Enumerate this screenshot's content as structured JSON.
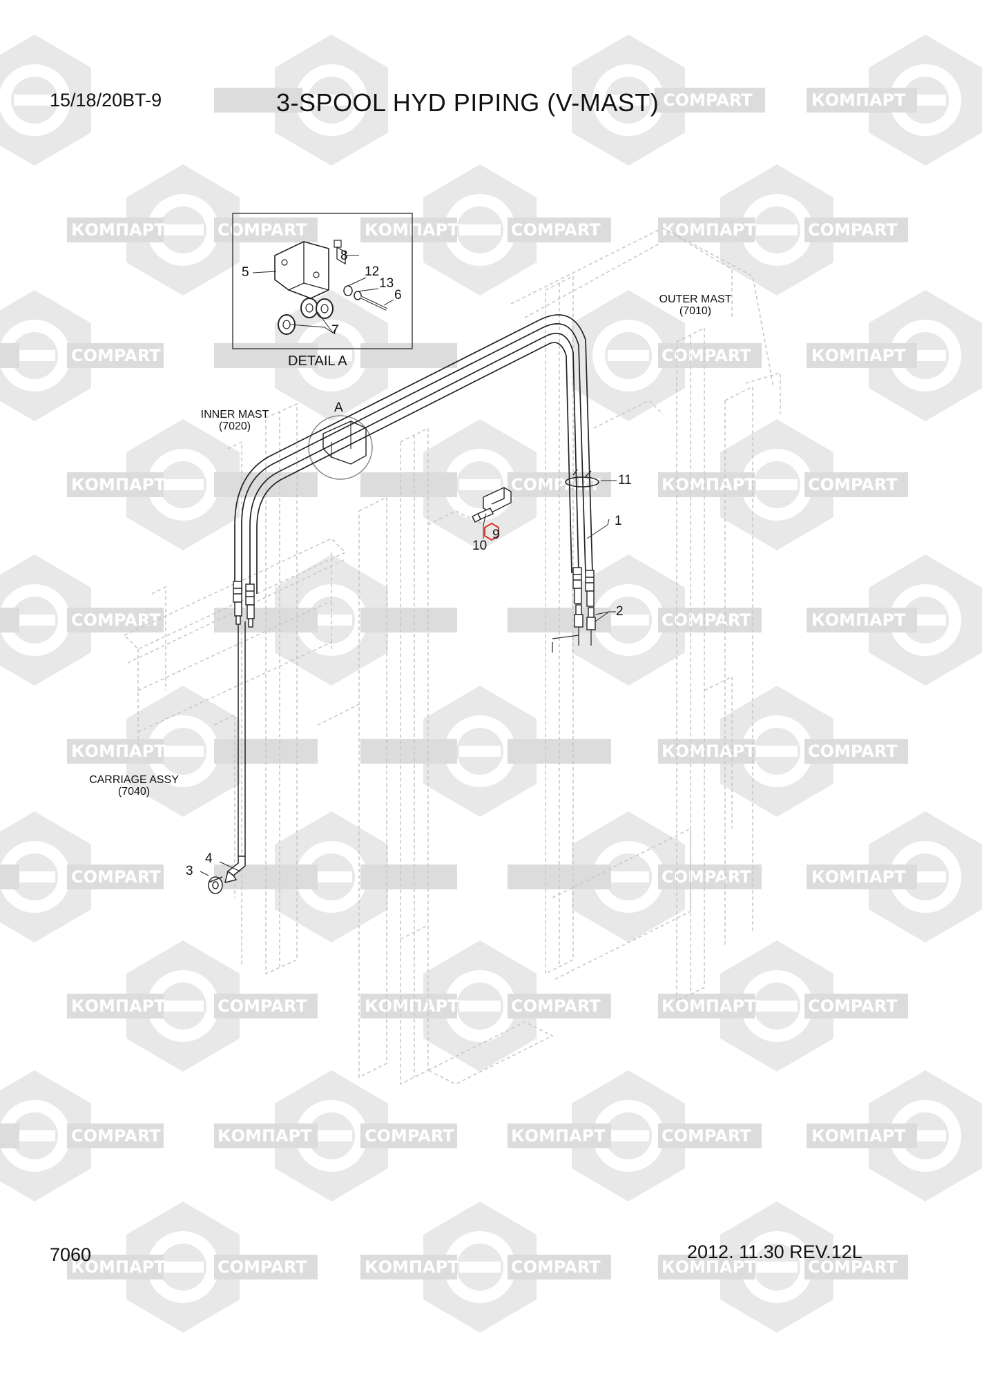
{
  "header": {
    "model": "15/18/20BT-9",
    "title": "3-SPOOL HYD PIPING (V-MAST)"
  },
  "footer": {
    "page_number": "7060",
    "revision": "2012. 11.30  REV.12L"
  },
  "watermark": {
    "text_latin": "COMPART",
    "text_cyrillic": "КОМПАРТ",
    "color": "#d9d9d9"
  },
  "detail": {
    "caption": "DETAIL A",
    "marker": "A"
  },
  "assemblies": {
    "outer_mast": {
      "name": "OUTER MAST",
      "ref": "(7010)"
    },
    "inner_mast": {
      "name": "INNER MAST",
      "ref": "(7020)"
    },
    "carriage": {
      "name": "CARRIAGE ASSY",
      "ref": "(7040)"
    }
  },
  "callouts": {
    "c1": "1",
    "c2": "2",
    "c3": "3",
    "c4": "4",
    "c5": "5",
    "c6": "6",
    "c7": "7",
    "c8": "8",
    "c9": "9",
    "c10": "10",
    "c11": "11",
    "c12": "12",
    "c13": "13"
  },
  "colors": {
    "line": "#222222",
    "ghost_line": "#c8c8c8",
    "highlight": "#e0312b"
  }
}
